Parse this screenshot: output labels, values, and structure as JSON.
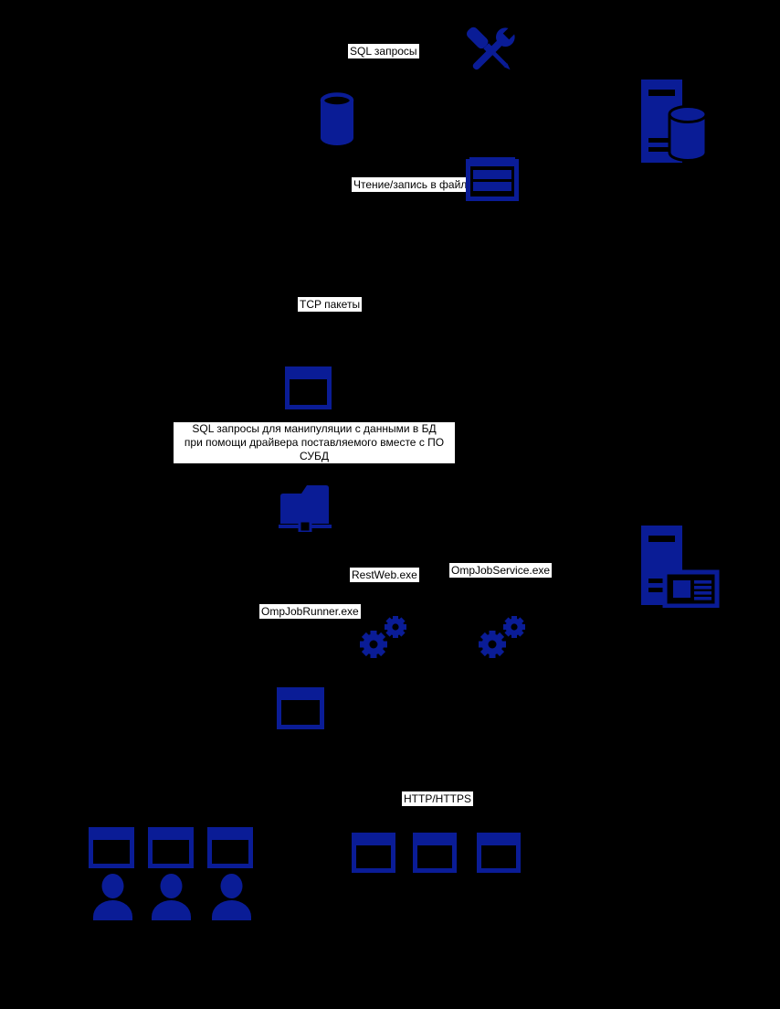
{
  "diagram": {
    "background": "#000000",
    "accent": "#0a1c96",
    "label_bg": "#ffffff",
    "label_fg": "#000000",
    "labels": {
      "sql_queries": "SQL запросы",
      "file_rw": "Чтение/запись в файл",
      "tcp_packets": "TCP пакеты",
      "sql_manip_line1": "SQL запросы для манипуляции с данными в БД",
      "sql_manip_line2": "при помощи драйвера поставляемого вместе с ПО СУБД",
      "restweb": "RestWeb.exe",
      "ompjobservice": "OmpJobService.exe",
      "ompjobrunner": "OmpJobRunner.exe",
      "http": "HTTP/HTTPS"
    },
    "icons": [
      "tools-icon",
      "database-icon",
      "server-database-icon",
      "file-storage-icon",
      "browser-window-icon",
      "network-folder-icon",
      "server-card-icon",
      "gears-icon",
      "person-icon"
    ]
  }
}
